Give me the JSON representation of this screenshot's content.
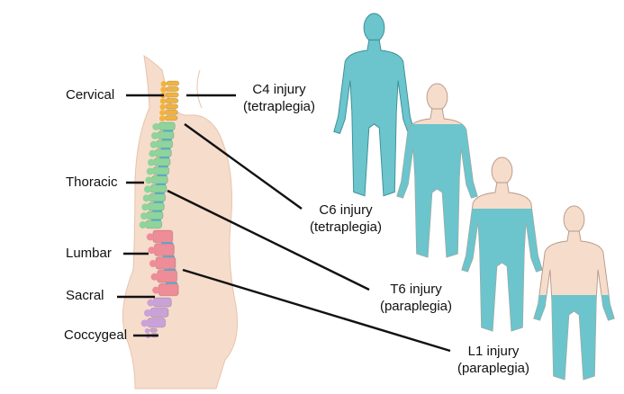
{
  "colors": {
    "skin": "#f6dccb",
    "skin_edge": "#e6bfa6",
    "paralysis": "#6cc4cc",
    "paralysis_edge": "#3d8f98",
    "cervical": "#f2b33d",
    "thoracic": "#8fd49b",
    "lumbar": "#ee8c97",
    "sacral": "#caa2d9",
    "disc": "#5aa9c9"
  },
  "spine_labels": {
    "cervical": "Cervical",
    "thoracic": "Thoracic",
    "lumbar": "Lumbar",
    "sacral": "Sacral",
    "coccygeal": "Coccygeal"
  },
  "injuries": [
    {
      "level": "C4 injury",
      "type": "(tetraplegia)",
      "paralyzed_from": "head"
    },
    {
      "level": "C6 injury",
      "type": "(tetraplegia)",
      "paralyzed_from": "chest"
    },
    {
      "level": "T6 injury",
      "type": "(paraplegia)",
      "paralyzed_from": "mid-torso"
    },
    {
      "level": "L1 injury",
      "type": "(paraplegia)",
      "paralyzed_from": "hips"
    }
  ]
}
